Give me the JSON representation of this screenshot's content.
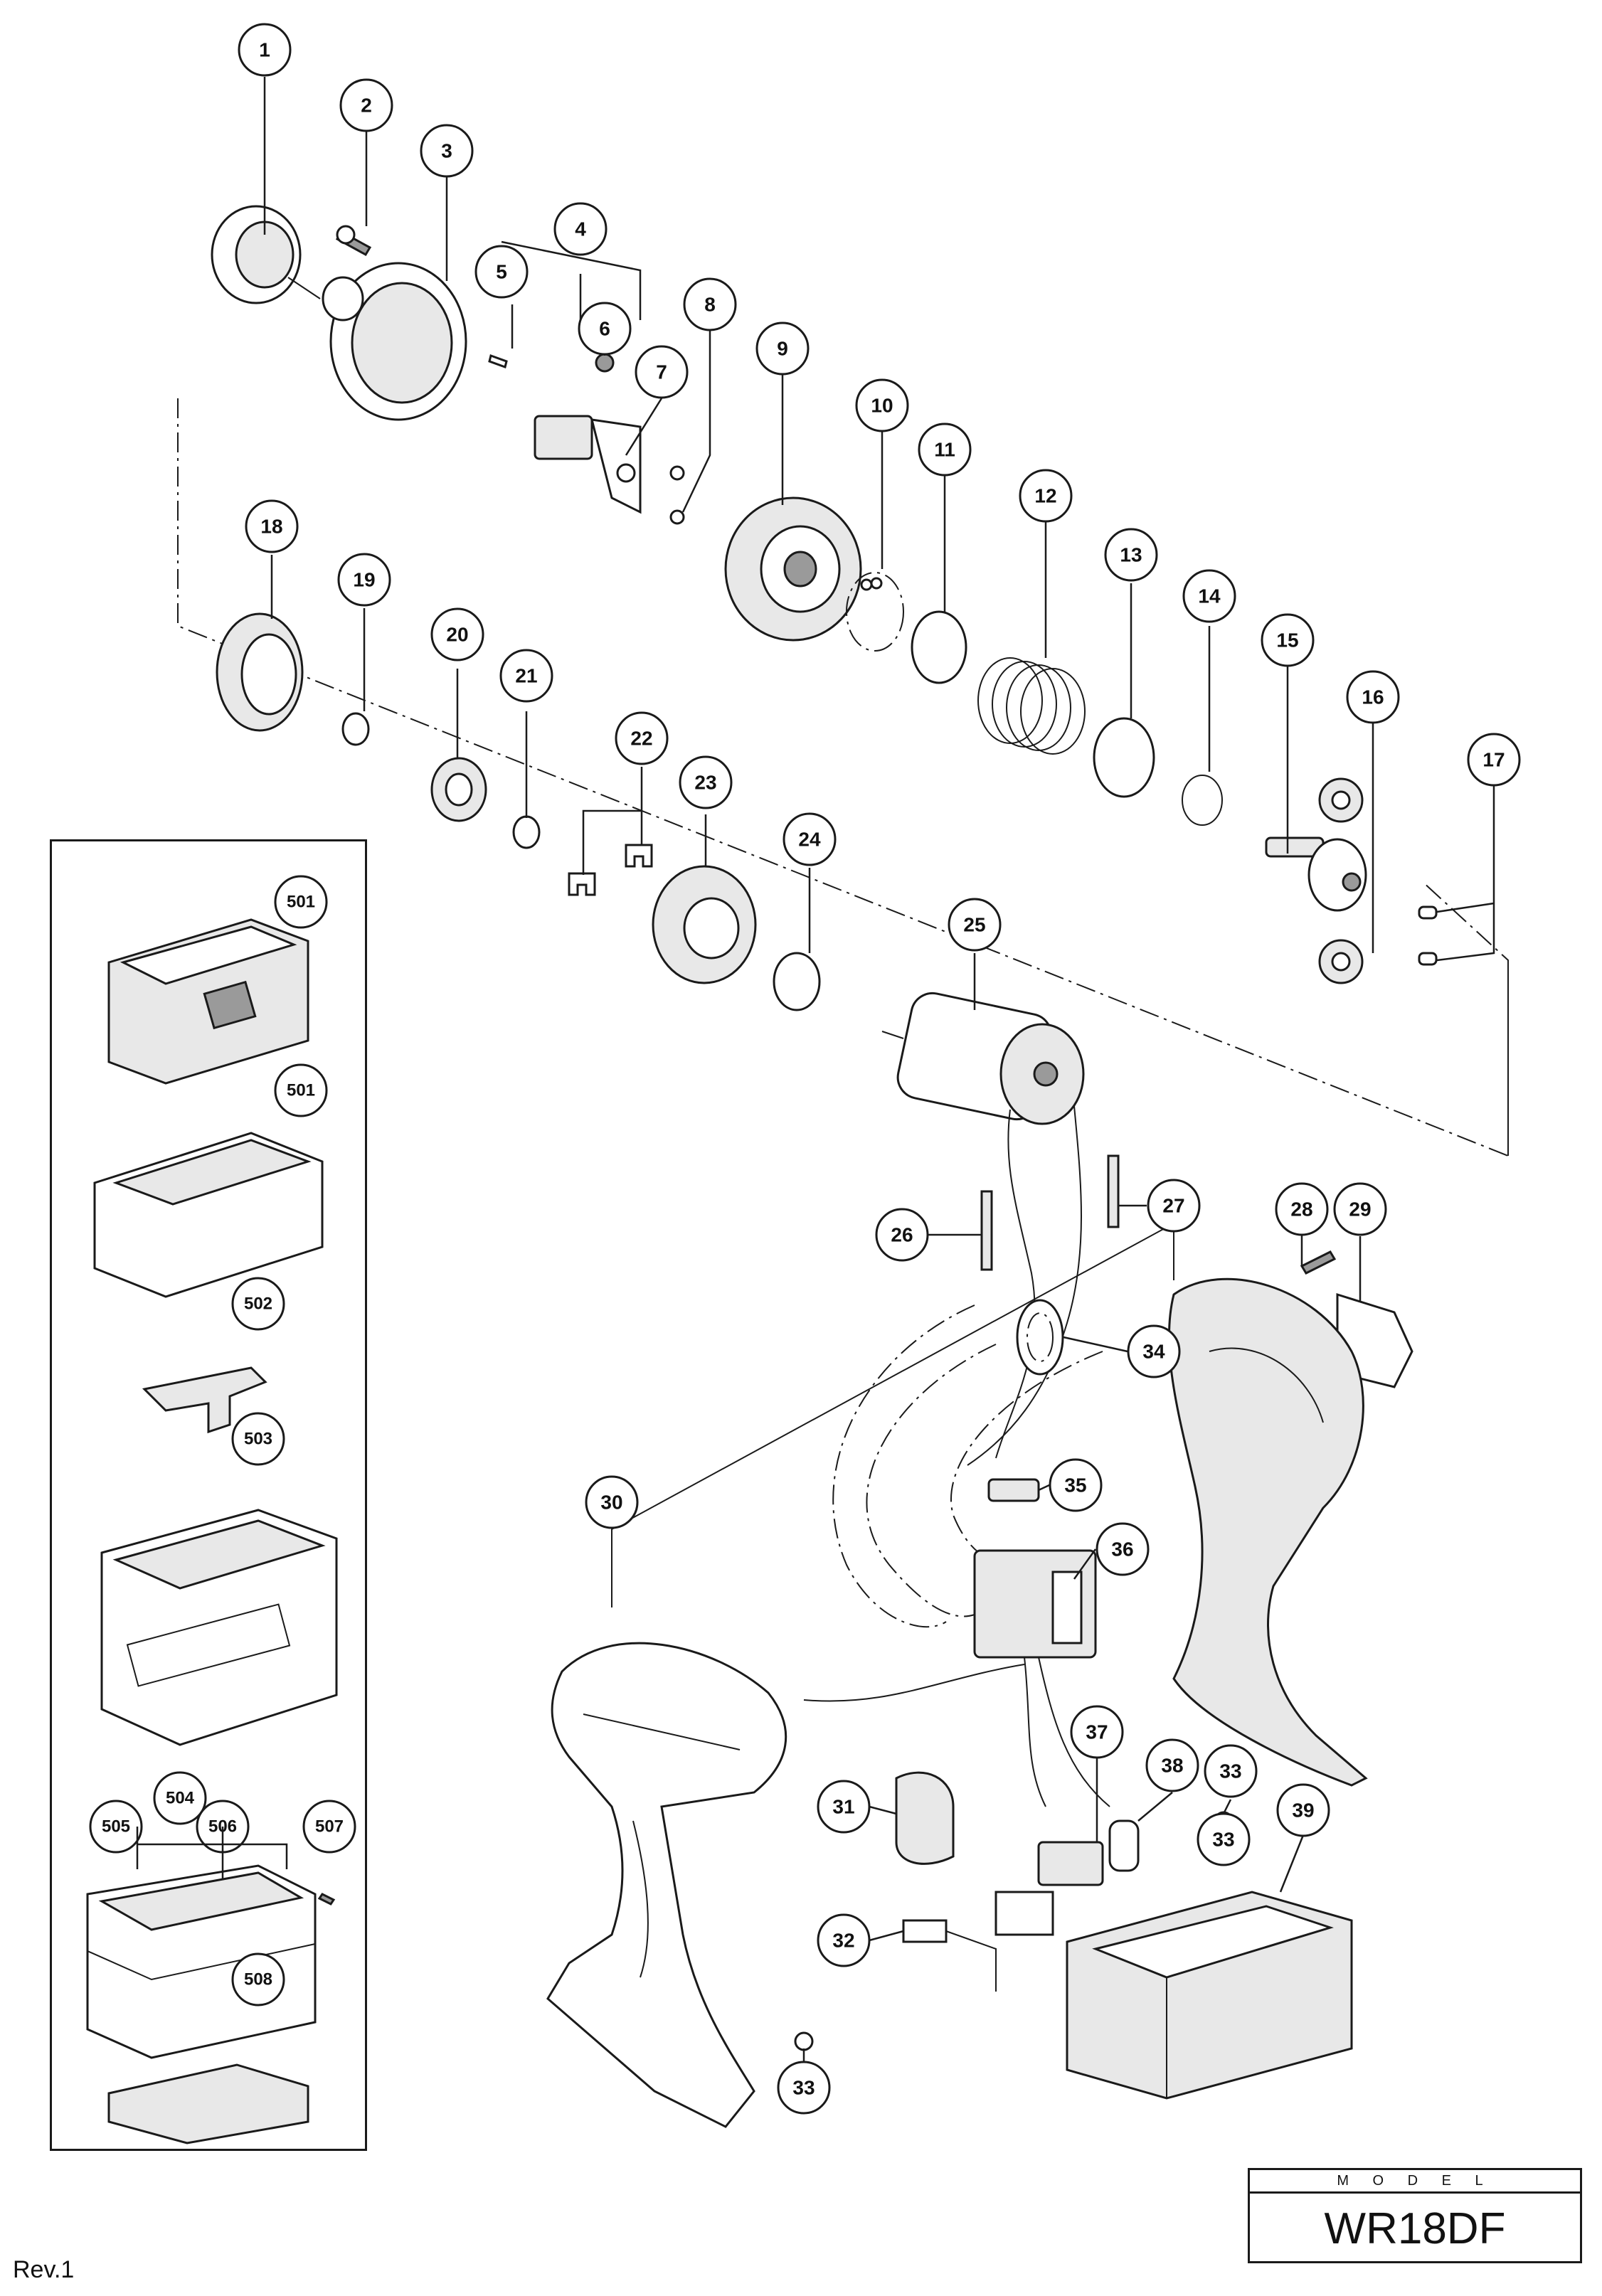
{
  "diagram": {
    "callouts": [
      "1",
      "2",
      "3",
      "4",
      "5",
      "6",
      "7",
      "8",
      "9",
      "10",
      "11",
      "12",
      "13",
      "14",
      "15",
      "16",
      "17",
      "18",
      "19",
      "20",
      "21",
      "22",
      "23",
      "24",
      "25",
      "26",
      "27",
      "28",
      "29",
      "30",
      "31",
      "32",
      "33",
      "33",
      "33",
      "34",
      "35",
      "36",
      "37",
      "38",
      "39",
      "501",
      "501",
      "502",
      "503",
      "504",
      "505",
      "506",
      "507",
      "508"
    ]
  },
  "model_box": {
    "label": "M O D E L",
    "value": "WR18DF"
  },
  "revision": "Rev.1"
}
